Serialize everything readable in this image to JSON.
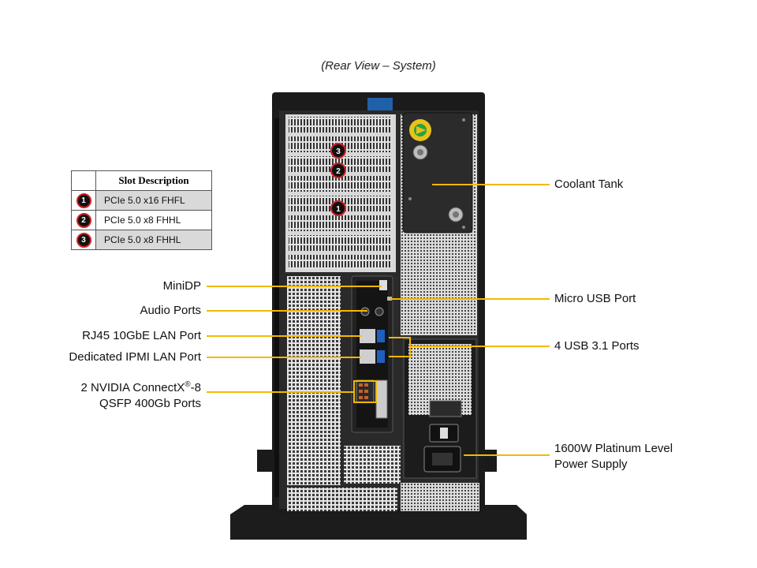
{
  "caption": "(Rear View – System)",
  "table": {
    "header": "Slot Description",
    "rows": [
      {
        "num": "1",
        "desc": "PCIe 5.0 x16 FHFL"
      },
      {
        "num": "2",
        "desc": "PCIe 5.0 x8 FHHL"
      },
      {
        "num": "3",
        "desc": "PCIe 5.0 x8 FHHL"
      }
    ]
  },
  "slot_badges": [
    "3",
    "2",
    "1"
  ],
  "labels_left": {
    "minidp": "MiniDP",
    "audio": "Audio Ports",
    "rj45": "RJ45 10GbE LAN Port",
    "ipmi": "Dedicated IPMI LAN Port",
    "cx_line1": "2 NVIDIA ConnectX",
    "cx_reg": "®",
    "cx_line1_suffix": "-8",
    "cx_line2": "QSFP 400Gb Ports"
  },
  "labels_right": {
    "coolant": "Coolant Tank",
    "microusb": "Micro USB Port",
    "usb": "4 USB 3.1 Ports",
    "psu_line1": "1600W Platinum Level",
    "psu_line2": "Power Supply"
  },
  "colors": {
    "callout": "#f5b800",
    "badge_ring": "#d61f26",
    "chassis": "#1b1b1b",
    "panel": "#e8e8e8"
  }
}
